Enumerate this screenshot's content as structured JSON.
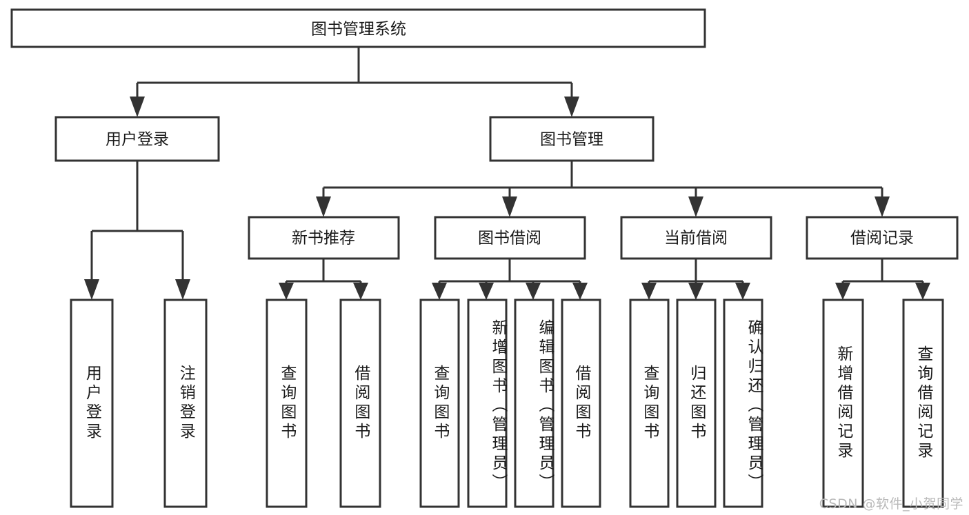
{
  "diagram": {
    "title": "图书管理系统",
    "type": "tree-hierarchy",
    "watermark": "CSDN @软件_小贺同学",
    "colors": {
      "box_stroke": "#333333",
      "box_fill": "#ffffff",
      "text": "#1a1a1a",
      "connector": "#333333",
      "watermark": "#b9b9b9",
      "background": "#ffffff"
    },
    "root": {
      "label": "图书管理系统"
    },
    "level2": [
      {
        "label": "用户登录"
      },
      {
        "label": "图书管理"
      }
    ],
    "level3": [
      {
        "label": "新书推荐",
        "parent": "图书管理"
      },
      {
        "label": "图书借阅",
        "parent": "图书管理"
      },
      {
        "label": "当前借阅",
        "parent": "图书管理"
      },
      {
        "label": "借阅记录",
        "parent": "图书管理"
      }
    ],
    "leaves": {
      "user_login": [
        {
          "label": "用户登录"
        },
        {
          "label": "注销登录"
        }
      ],
      "new_book_recommend": [
        {
          "label": "查询图书"
        },
        {
          "label": "借阅图书"
        }
      ],
      "book_borrow": [
        {
          "label": "查询图书"
        },
        {
          "label": "新增图书（管理员）"
        },
        {
          "label": "编辑图书（管理员）"
        },
        {
          "label": "借阅图书"
        }
      ],
      "current_borrow": [
        {
          "label": "查询图书"
        },
        {
          "label": "归还图书"
        },
        {
          "label": "确认归还（管理员）"
        }
      ],
      "borrow_record": [
        {
          "label": "新增借阅记录"
        },
        {
          "label": "查询借阅记录"
        }
      ]
    }
  }
}
